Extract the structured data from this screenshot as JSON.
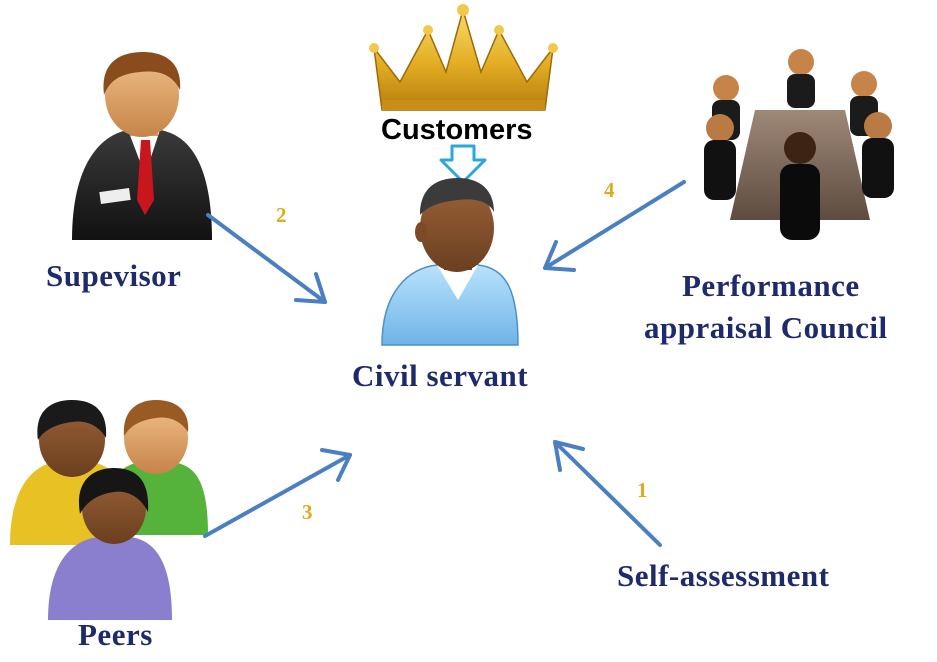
{
  "labels": {
    "customers": "Customers",
    "supervisor": "Supevisor",
    "civil_servant": "Civil servant",
    "council_line1": "Performance",
    "council_line2": "appraisal Council",
    "peers": "Peers",
    "self_assessment": "Self-assessment"
  },
  "arrow_numbers": {
    "supervisor": "2",
    "council": "4",
    "peers": "3",
    "self": "1"
  },
  "colors": {
    "label_text": "#1f2a6b",
    "arrow": "#4a7fc1",
    "number": "#e3a91c",
    "crown": "#e8b62a",
    "customer_arrow": "#2aa7de"
  }
}
